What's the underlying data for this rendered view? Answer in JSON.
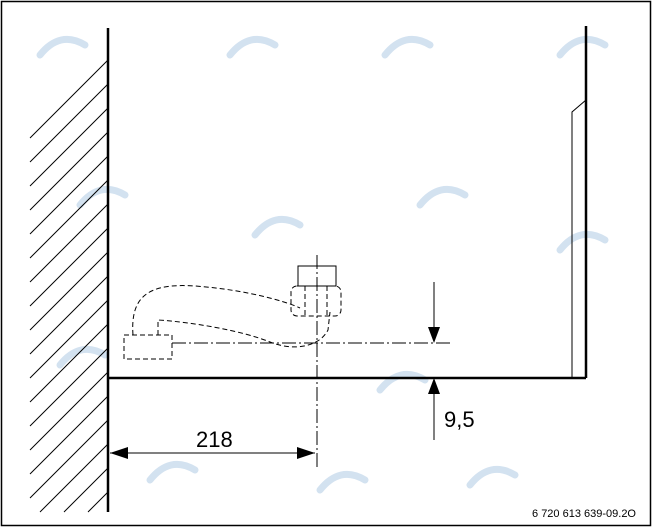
{
  "drawing": {
    "dimension_horizontal": "218",
    "dimension_vertical": "9,5",
    "reference_code": "6 720 613 639-09.2O"
  }
}
